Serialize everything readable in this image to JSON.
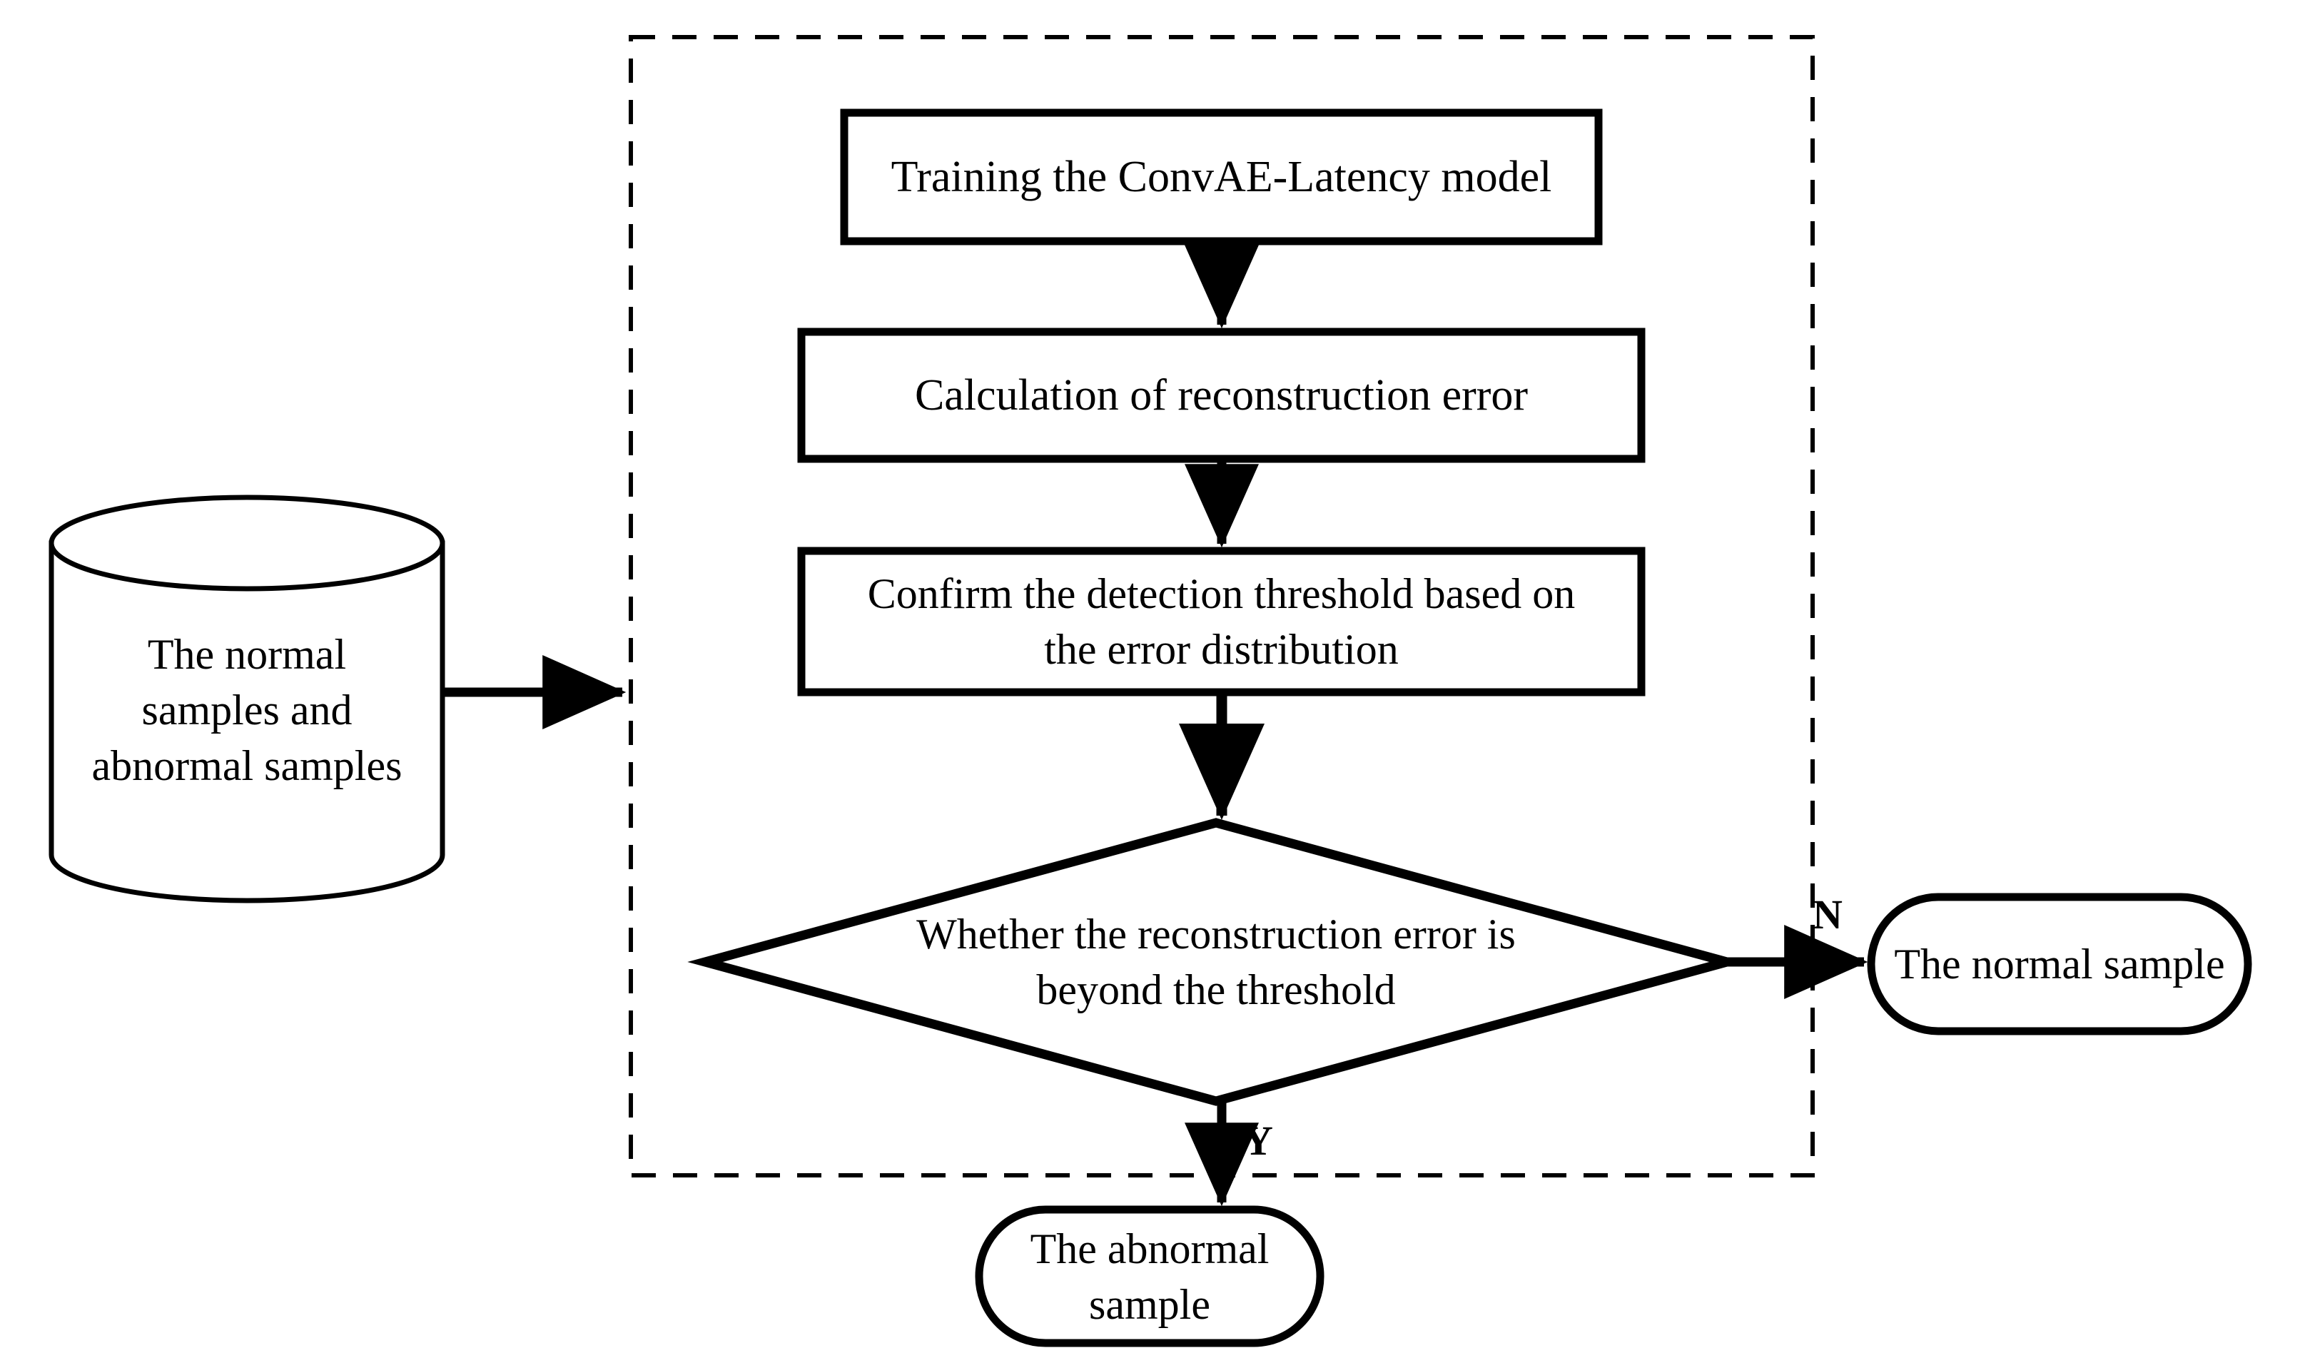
{
  "diagram": {
    "title": "ConvAE-Latency anomaly detection flowchart",
    "stroke_color": "#000000",
    "background_color": "#ffffff",
    "dashed_group": {
      "name": "detection-pipeline-group",
      "style": "dashed"
    },
    "nodes": [
      {
        "id": "data-store",
        "shape": "cylinder",
        "label": "The normal\nsamples and\nabnormal samples"
      },
      {
        "id": "train-model",
        "shape": "process",
        "label": "Training the ConvAE-Latency model"
      },
      {
        "id": "calc-error",
        "shape": "process",
        "label": "Calculation of reconstruction error"
      },
      {
        "id": "confirm-threshold",
        "shape": "process",
        "label": "Confirm the detection threshold based on\nthe error distribution"
      },
      {
        "id": "decision",
        "shape": "diamond",
        "label": "Whether the reconstruction error is\nbeyond the threshold"
      },
      {
        "id": "normal-result",
        "shape": "stadium",
        "label": "The normal sample"
      },
      {
        "id": "abnormal-result",
        "shape": "stadium",
        "label": "The abnormal sample"
      }
    ],
    "edges": [
      {
        "id": "data-to-group",
        "from": "data-store",
        "to": "detection-pipeline-group",
        "label": ""
      },
      {
        "id": "train-to-calc",
        "from": "train-model",
        "to": "calc-error",
        "label": ""
      },
      {
        "id": "calc-to-confirm",
        "from": "calc-error",
        "to": "confirm-threshold",
        "label": ""
      },
      {
        "id": "confirm-to-decision",
        "from": "confirm-threshold",
        "to": "decision",
        "label": ""
      },
      {
        "id": "decision-to-normal",
        "from": "decision",
        "to": "normal-result",
        "label": "N"
      },
      {
        "id": "decision-to-abnormal",
        "from": "decision",
        "to": "abnormal-result",
        "label": "Y"
      }
    ],
    "branch_labels": {
      "no": "N",
      "yes": "Y"
    }
  }
}
